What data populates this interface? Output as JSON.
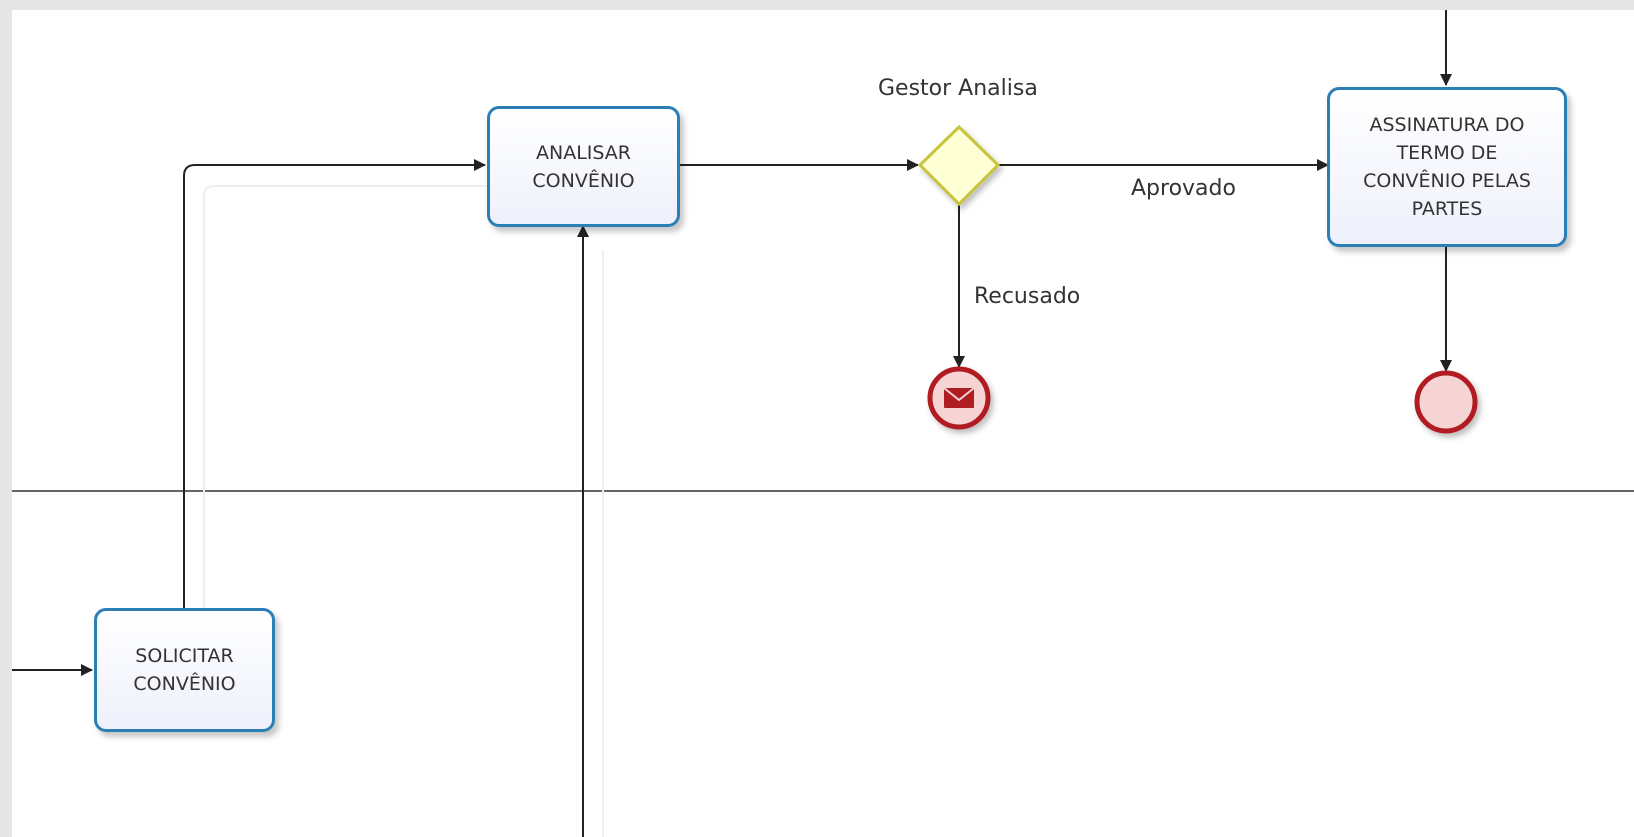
{
  "diagram": {
    "type": "bpmn-process",
    "colors": {
      "canvas": "#ffffff",
      "frame": "#e6e6e6",
      "task_border": "#2b7fb6",
      "task_fill": "#eef1fb",
      "gateway_border": "#c8c43a",
      "gateway_fill": "#ffffd6",
      "end_event_border": "#b01e23",
      "end_event_fill": "#f6d4d4",
      "flow_line": "#222222",
      "lane_line": "#666666"
    },
    "tasks": {
      "analisar": "ANALISAR\nCONVÊNIO",
      "assinatura": "ASSINATURA DO\nTERMO DE\nCONVÊNIO PELAS\nPARTES",
      "solicitar": "SOLICITAR\nCONVÊNIO"
    },
    "gateway": {
      "label": "Gestor Analisa",
      "icon": "exclusive-gateway-diamond"
    },
    "flows": {
      "aprovado": "Aprovado",
      "recusado": "Recusado"
    },
    "events": {
      "end_message": "message-end-event-icon",
      "end_plain": "end-event-icon"
    }
  }
}
